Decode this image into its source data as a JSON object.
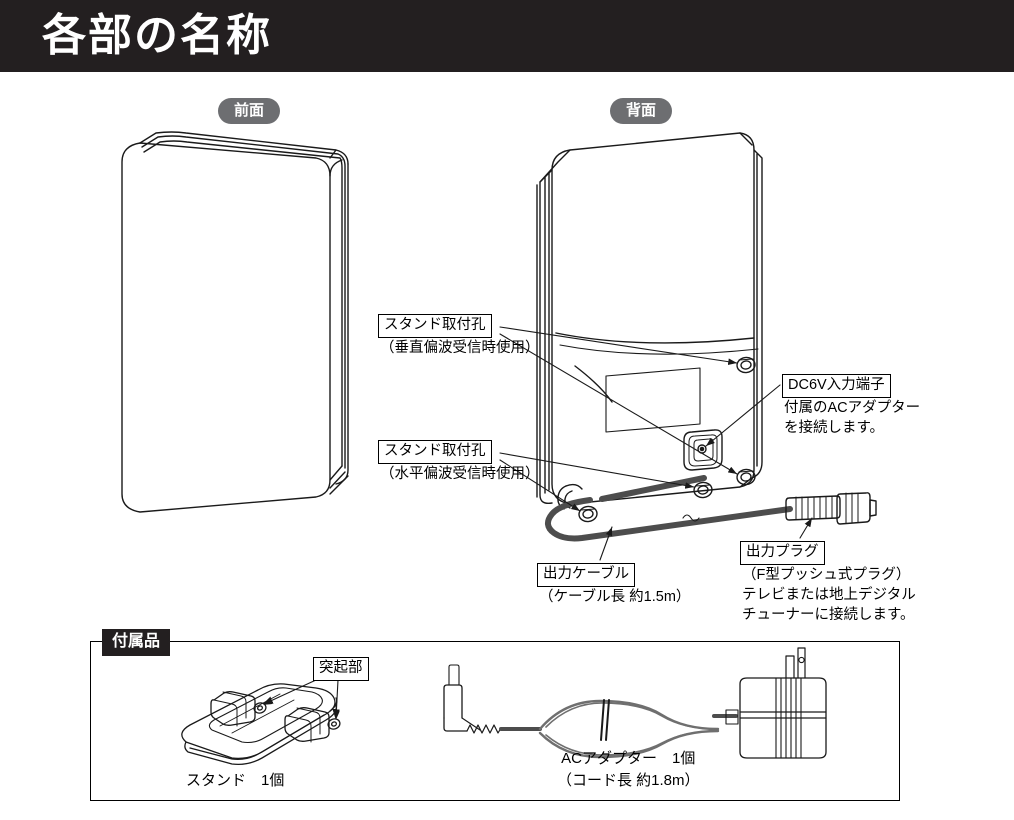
{
  "header": {
    "title": "各部の名称"
  },
  "views": {
    "front_badge": "前面",
    "back_badge": "背面"
  },
  "callouts": {
    "stand_hole_vertical": {
      "title": "スタンド取付孔",
      "note": "（垂直偏波受信時使用）"
    },
    "stand_hole_horizontal": {
      "title": "スタンド取付孔",
      "note": "（水平偏波受信時使用）"
    },
    "dc_input": {
      "title": "DC6V入力端子",
      "line1": "付属のACアダプター",
      "line2": "を接続します。"
    },
    "output_cable": {
      "title": "出力ケーブル",
      "note": "（ケーブル長 約1.5m）"
    },
    "output_plug": {
      "title": "出力プラグ",
      "note": "（F型プッシュ式プラグ）",
      "line1": "テレビまたは地上デジタル",
      "line2": "チューナーに接続します。"
    }
  },
  "accessories": {
    "section_tag": "付属品",
    "protrusion_label": "突起部",
    "stand_caption": "スタンド　1個",
    "adapter_caption": "ACアダプター　1個",
    "adapter_note": "（コード長 約1.8m）"
  },
  "colors": {
    "banner": "#231f20",
    "badge": "#6d6e71",
    "line": "#1a1a1a",
    "cable": "#4d4d4d"
  }
}
